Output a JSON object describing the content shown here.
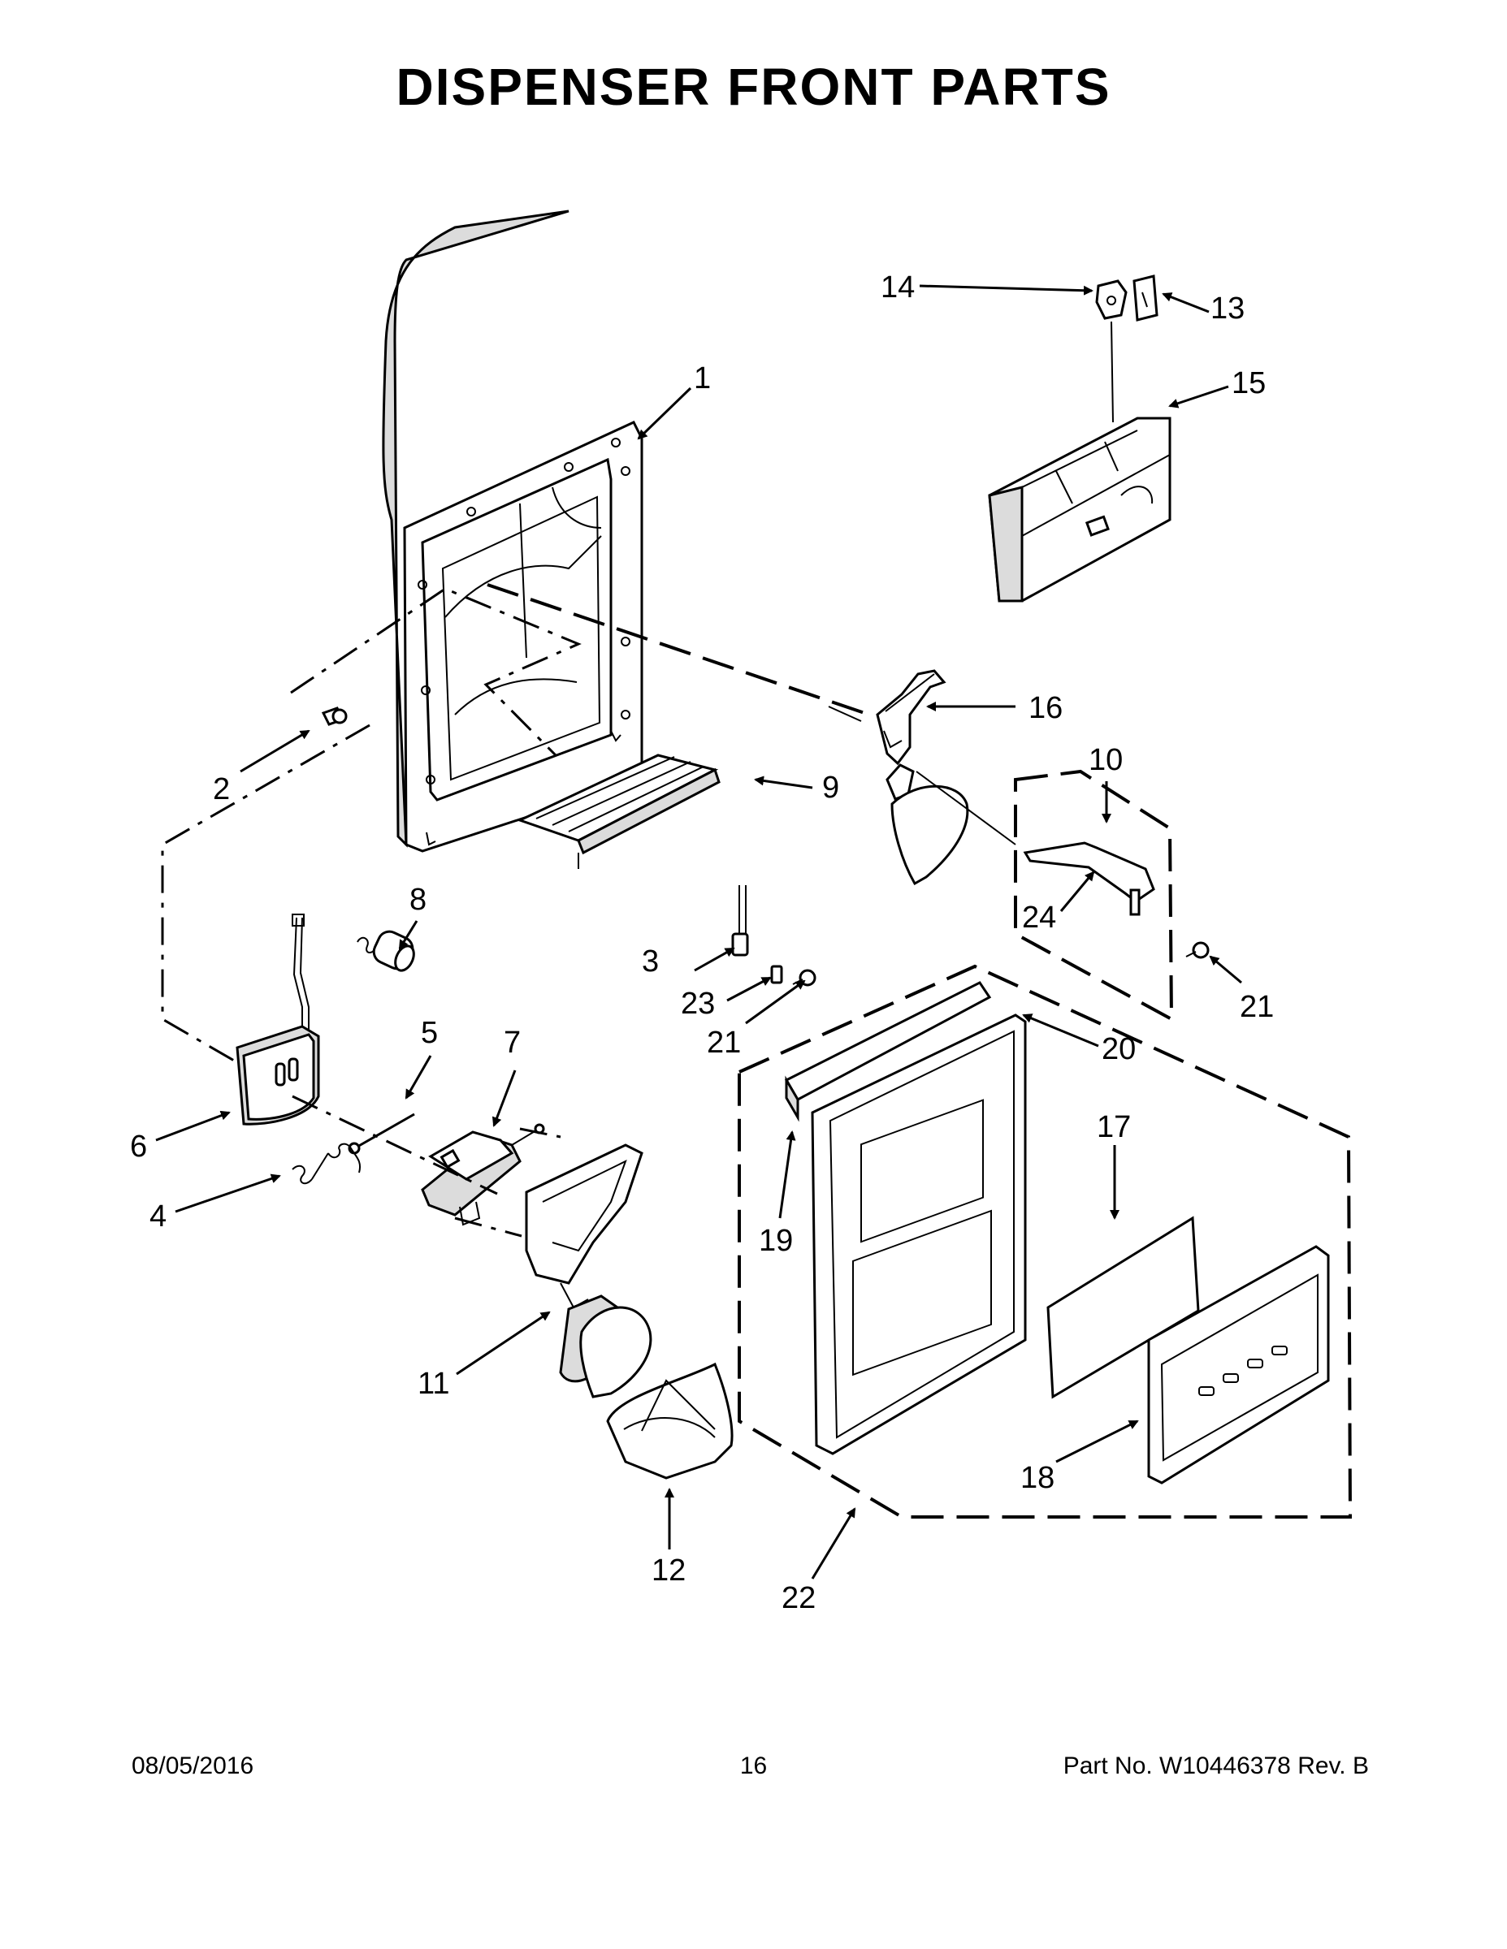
{
  "title": "DISPENSER FRONT PARTS",
  "footer": {
    "date": "08/05/2016",
    "page": "16",
    "part_no": "Part No.  W10446378  Rev.  B"
  },
  "callouts": [
    "1",
    "2",
    "3",
    "4",
    "5",
    "6",
    "7",
    "8",
    "9",
    "10",
    "11",
    "12",
    "13",
    "14",
    "15",
    "16",
    "17",
    "18",
    "19",
    "20",
    "21",
    "21",
    "22",
    "23",
    "24"
  ]
}
